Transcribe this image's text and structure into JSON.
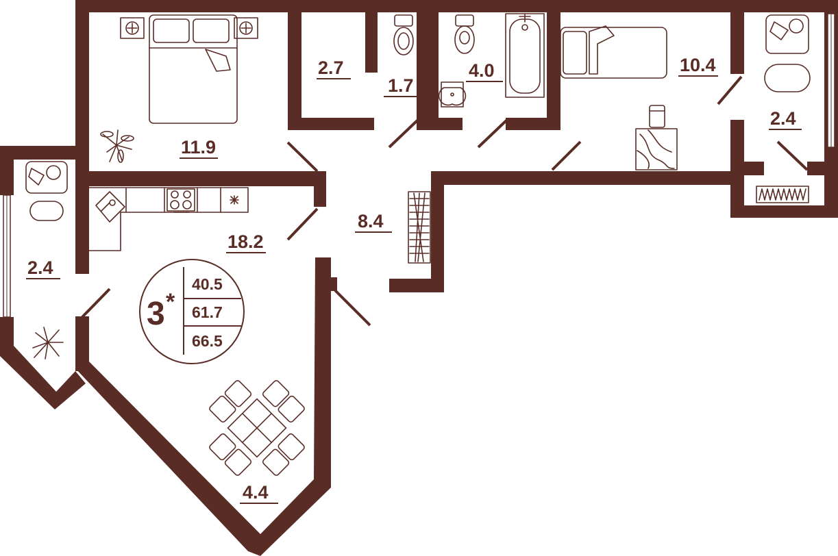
{
  "colors": {
    "wall": "#5a2c26",
    "background": "#ffffff"
  },
  "badge": {
    "rooms": "3",
    "mark": "*",
    "values": [
      "40.5",
      "61.7",
      "66.5"
    ]
  },
  "rooms": {
    "bedroom_left": {
      "area": "11.9"
    },
    "wardrobe": {
      "area": "2.7"
    },
    "toilet": {
      "area": "1.7"
    },
    "bathroom": {
      "area": "4.0"
    },
    "bedroom_right": {
      "area": "10.4"
    },
    "balcony_right": {
      "area": "2.4"
    },
    "kitchen_living": {
      "area": "18.2"
    },
    "hallway": {
      "area": "8.4"
    },
    "balcony_left": {
      "area": "2.4"
    },
    "dining": {
      "area": "4.4"
    }
  },
  "icons": [
    "double-bed-icon",
    "single-bed-icon",
    "armchair-icon",
    "plant-icon",
    "toilet-icon",
    "bathtub-icon",
    "sink-icon",
    "stove-icon",
    "kitchen-sink-icon",
    "dining-table-icon",
    "side-table-icon",
    "lamp-icon",
    "coat-rack-icon",
    "shoe-rack-icon"
  ]
}
